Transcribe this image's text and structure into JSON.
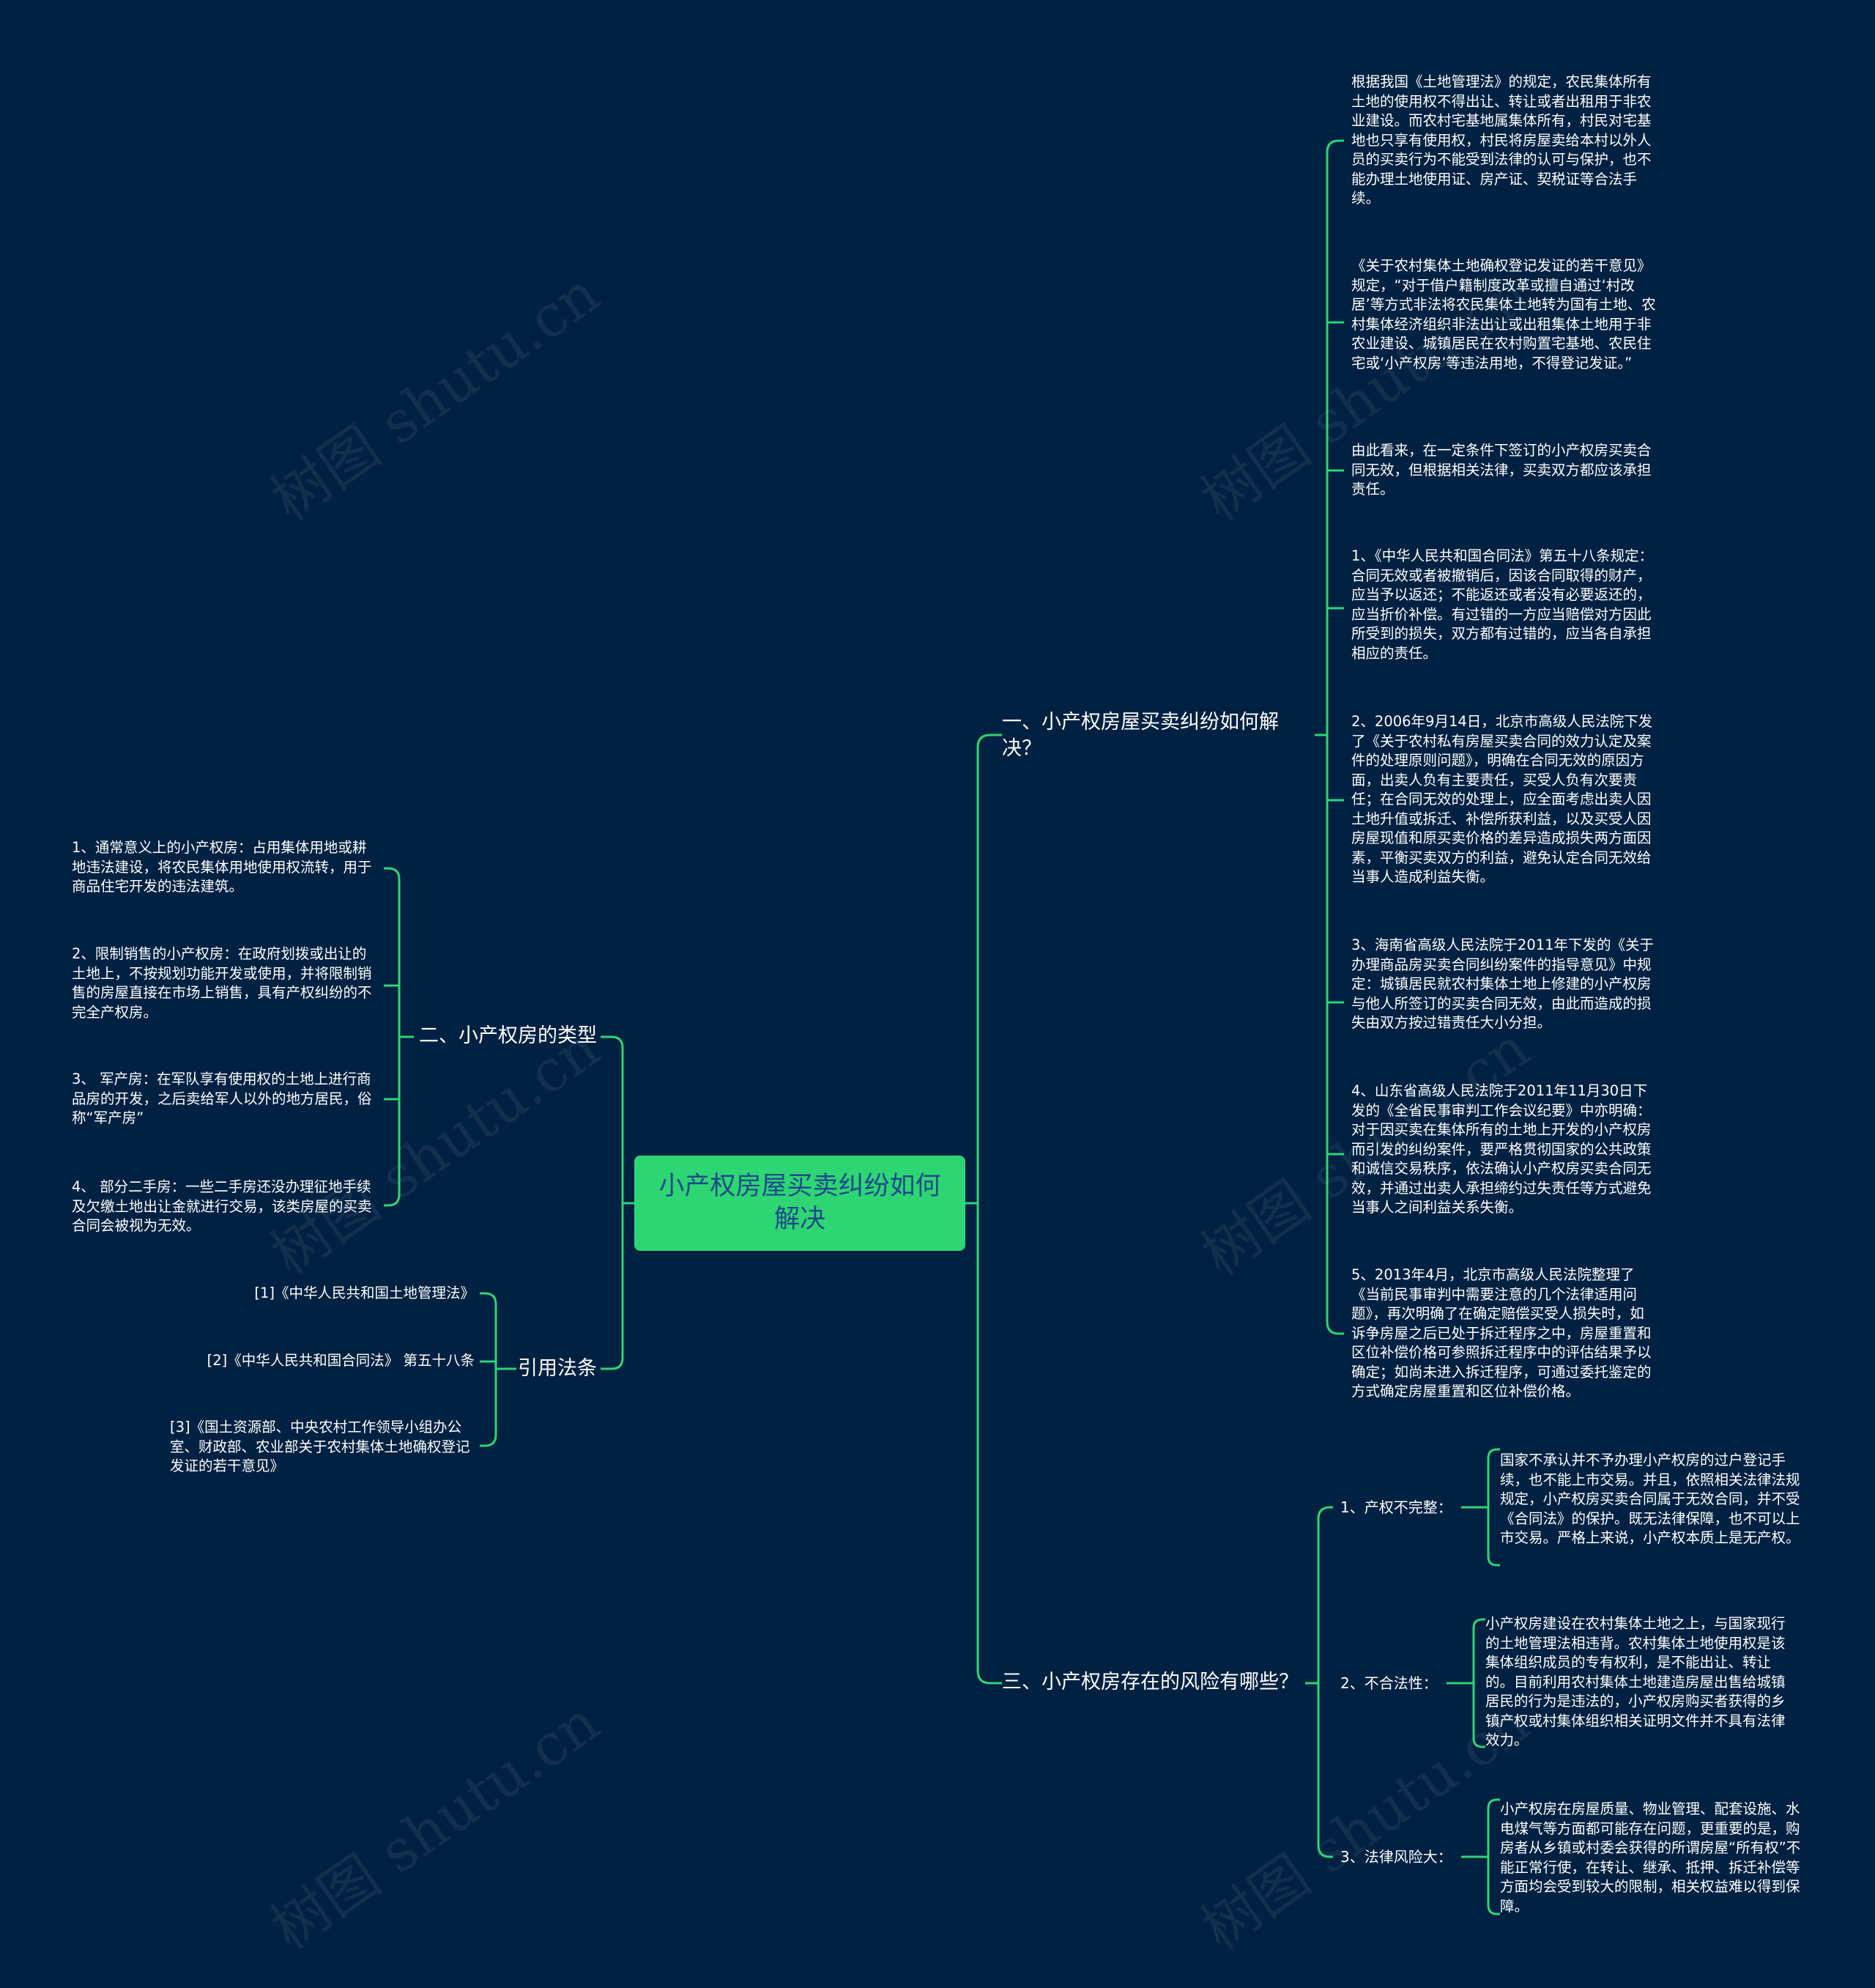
{
  "center": {
    "title": "小产权房屋买卖纠纷如何解决"
  },
  "branches": {
    "b1": {
      "label": "一、小产权房屋买卖纠纷如何解决？",
      "items": [
        "根据我国《土地管理法》的规定，农民集体所有土地的使用权不得出让、转让或者出租用于非农业建设。而农村宅基地属集体所有，村民对宅基地也只享有使用权，村民将房屋卖给本村以外人员的买卖行为不能受到法律的认可与保护，也不能办理土地使用证、房产证、契税证等合法手续。",
        "《关于农村集体土地确权登记发证的若干意见》规定，“对于借户籍制度改革或擅自通过‘村改居’等方式非法将农民集体土地转为国有土地、农村集体经济组织非法出让或出租集体土地用于非农业建设、城镇居民在农村购置宅基地、农民住宅或‘小产权房’等违法用地，不得登记发证。”",
        "由此看来，在一定条件下签订的小产权房买卖合同无效，但根据相关法律，买卖双方都应该承担责任。",
        "1、《中华人民共和国合同法》第五十八条规定：合同无效或者被撤销后，因该合同取得的财产，应当予以返还；不能返还或者没有必要返还的，应当折价补偿。有过错的一方应当赔偿对方因此所受到的损失，双方都有过错的，应当各自承担相应的责任。",
        "2、2006年9月14日，北京市高级人民法院下发了《关于农村私有房屋买卖合同的效力认定及案件的处理原则问题》，明确在合同无效的原因方面，出卖人负有主要责任，买受人负有次要责任；在合同无效的处理上，应全面考虑出卖人因土地升值或拆迁、补偿所获利益，以及买受人因房屋现值和原买卖价格的差异造成损失两方面因素，平衡买卖双方的利益，避免认定合同无效给当事人造成利益失衡。",
        "3、海南省高级人民法院于2011年下发的《关于办理商品房买卖合同纠纷案件的指导意见》中规定：城镇居民就农村集体土地上修建的小产权房与他人所签订的买卖合同无效，由此而造成的损失由双方按过错责任大小分担。",
        "4、山东省高级人民法院于2011年11月30日下发的《全省民事审判工作会议纪要》中亦明确：对于因买卖在集体所有的土地上开发的小产权房而引发的纠纷案件，要严格贯彻国家的公共政策和诚信交易秩序，依法确认小产权房买卖合同无效，并通过出卖人承担缔约过失责任等方式避免当事人之间利益关系失衡。",
        "5、2013年4月，北京市高级人民法院整理了《当前民事审判中需要注意的几个法律适用问题》，再次明确了在确定赔偿买受人损失时，如诉争房屋之后已处于拆迁程序之中，房屋重置和区位补偿价格可参照拆迁程序中的评估结果予以确定；如尚未进入拆迁程序，可通过委托鉴定的方式确定房屋重置和区位补偿价格。"
      ]
    },
    "b3": {
      "label": "三、小产权房存在的风险有哪些？",
      "subs": [
        {
          "label": "1、产权不完整：",
          "text": "国家不承认并不予办理小产权房的过户登记手续，也不能上市交易。并且，依照相关法律法规规定，小产权房买卖合同属于无效合同，并不受《合同法》的保护。既无法律保障，也不可以上市交易。严格上来说，小产权本质上是无产权。"
        },
        {
          "label": "2、不合法性：",
          "text": "小产权房建设在农村集体土地之上，与国家现行的土地管理法相违背。农村集体土地使用权是该集体组织成员的专有权利，是不能出让、转让的。目前利用农村集体土地建造房屋出售给城镇居民的行为是违法的，小产权房购买者获得的乡镇产权或村集体组织相关证明文件并不具有法律效力。"
        },
        {
          "label": "3、法律风险大：",
          "text": "小产权房在房屋质量、物业管理、配套设施、水电煤气等方面都可能存在问题，更重要的是，购房者从乡镇或村委会获得的所谓房屋“所有权”不能正常行使，在转让、继承、抵押、拆迁补偿等方面均会受到较大的限制，相关权益难以得到保障。"
        }
      ]
    },
    "b2": {
      "label": "二、小产权房的类型",
      "items": [
        "1、通常意义上的小产权房：占用集体用地或耕地违法建设，将农民集体用地使用权流转，用于商品住宅开发的违法建筑。",
        "2、限制销售的小产权房：在政府划拨或出让的土地上，不按规划功能开发或使用，并将限制销售的房屋直接在市场上销售，具有产权纠纷的不完全产权房。",
        "3、 军产房：在军队享有使用权的土地上进行商品房的开发，之后卖给军人以外的地方居民，俗称“军产房”",
        "4、 部分二手房：一些二手房还没办理征地手续及欠缴土地出让金就进行交易，该类房屋的买卖合同会被视为无效。"
      ]
    },
    "b4": {
      "label": "引用法条",
      "items": [
        "[1]《中华人民共和国土地管理法》",
        "[2]《中华人民共和国合同法》 第五十八条",
        "[3]《国土资源部、中央农村工作领导小组办公室、财政部、农业部关于农村集体土地确权登记发证的若干意见》"
      ]
    }
  },
  "watermark": {
    "text": "树图 shutu.cn"
  },
  "colors": {
    "background": "#002141",
    "line": "#2ed573",
    "center_fill": "#2ed573",
    "center_text": "#1d4a8c"
  }
}
